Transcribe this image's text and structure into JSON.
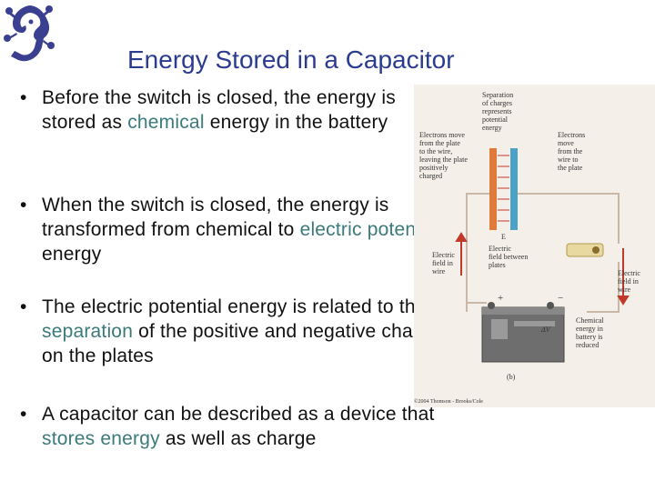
{
  "slide": {
    "title": "Energy Stored in a Capacitor",
    "bullets": [
      {
        "pre": "Before the switch is closed, the energy is stored as ",
        "hl": "chemical",
        "post": " energy in the battery"
      },
      {
        "pre": "When the switch is closed, the energy is transformed from chemical to ",
        "hl": "electric potential",
        "post": " energy"
      },
      {
        "pre": "The electric potential energy is related to the ",
        "hl": "separation",
        "post": " of the positive and negative charges on the plates"
      },
      {
        "pre": "A capacitor can be described as a device that ",
        "hl": "stores energy",
        "post": " as well as charge"
      }
    ]
  },
  "figure": {
    "labels": {
      "separation": [
        "Separation",
        "of charges",
        "represents",
        "potential",
        "energy"
      ],
      "electrons_left": [
        "Electrons move",
        "from the plate",
        "to the wire,",
        "leaving the plate",
        "positively",
        "charged"
      ],
      "electrons_right": [
        "Electrons",
        "move",
        "from the",
        "wire to",
        "the plate"
      ],
      "e_symbol": "E",
      "field_between": [
        "Electric",
        "field between",
        "plates"
      ],
      "field_wire_left": [
        "Electric",
        "field in",
        "wire"
      ],
      "field_wire_right": [
        "Electric",
        "field in",
        "wire"
      ],
      "chemical": [
        "Chemical",
        "energy in",
        "battery is",
        "reduced"
      ],
      "delta_v": "ΔV",
      "plus": "+",
      "minus": "−",
      "part": "(b)",
      "copyright": "©2004 Thomson - Brooks/Cole"
    },
    "colors": {
      "background": "#f4efe8",
      "plate_positive": "#e07a3a",
      "plate_negative": "#4aa3c4",
      "wire": "#c9b8a8",
      "arrow": "#c0392b"
    }
  }
}
